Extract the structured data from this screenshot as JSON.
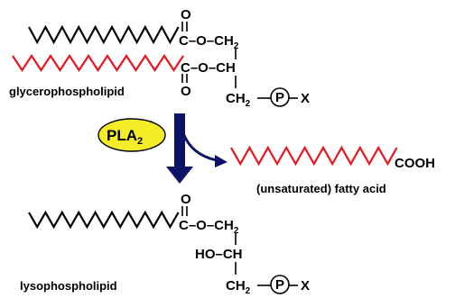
{
  "colors": {
    "saturated_chain": "#000000",
    "unsaturated_chain": "#e8161d",
    "arrow": "#0b1466",
    "enzyme_fill": "#f5ec28",
    "text": "#000000"
  },
  "top": {
    "carbonyl_o1": "O",
    "ester1": "C–O–CH",
    "ester1_sub": "2",
    "carbonyl_o2": "O",
    "ester2": "C–O–CH",
    "carbonyl_o2b": "O",
    "ch2_base": "CH",
    "ch2_sub": "2",
    "phosphate": "P",
    "x_group": "X",
    "label": "glycerophospholipid"
  },
  "enzyme": {
    "name": "PLA",
    "sub": "2",
    "icon": "ellipse-badge"
  },
  "fatty_acid": {
    "group": "COOH",
    "label": "(unsaturated) fatty acid"
  },
  "bottom": {
    "carbonyl_o": "O",
    "ester": "C–O–CH",
    "ester_sub": "2",
    "hydroxyl": "HO–CH",
    "ch2_base": "CH",
    "ch2_sub": "2",
    "phosphate": "P",
    "x_group": "X",
    "label": "lysophospholipid"
  }
}
